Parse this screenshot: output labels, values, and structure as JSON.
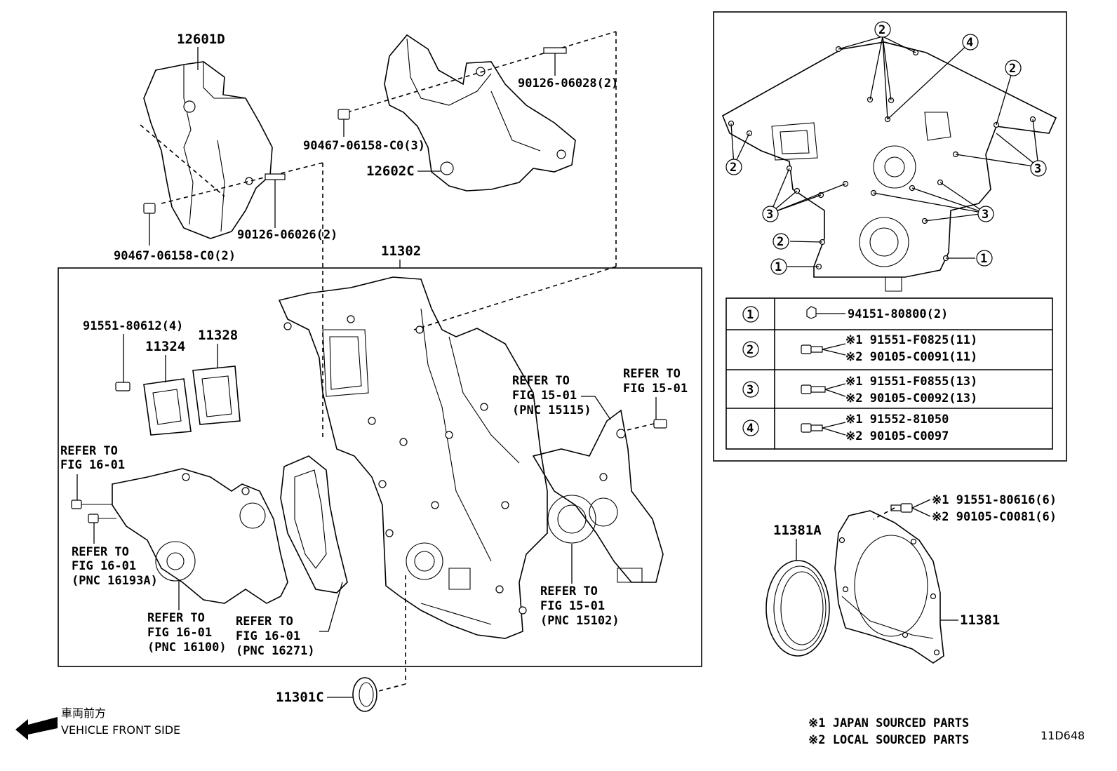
{
  "labels": {
    "p12601D": "12601D",
    "p12602C": "12602C",
    "p90126_06028": "90126-06028(2)",
    "p90467_top": "90467-06158-C0(3)",
    "p90126_06026": "90126-06026(2)",
    "p90467_left": "90467-06158-C0(2)",
    "p11302": "11302",
    "p91551_80612": "91551-80612(4)",
    "p11324": "11324",
    "p11328": "11328",
    "p11301C": "11301C",
    "p11381A": "11381A",
    "p11381": "11381",
    "bolt_seal_1": "※1 91551-80616(6)",
    "bolt_seal_2": "※2 90105-C0081(6)"
  },
  "refers": [
    {
      "l1": "REFER TO",
      "l2": "FIG 16-01",
      "l3": ""
    },
    {
      "l1": "REFER TO",
      "l2": "FIG 16-01",
      "l3": "(PNC 16193A)"
    },
    {
      "l1": "REFER TO",
      "l2": "FIG 16-01",
      "l3": "(PNC 16100)"
    },
    {
      "l1": "REFER TO",
      "l2": "FIG 16-01",
      "l3": "(PNC 16271)"
    },
    {
      "l1": "REFER TO",
      "l2": "FIG 15-01",
      "l3": "(PNC 15115)"
    },
    {
      "l1": "REFER TO",
      "l2": "FIG 15-01",
      "l3": ""
    },
    {
      "l1": "REFER TO",
      "l2": "FIG 15-01",
      "l3": "(PNC 15102)"
    }
  ],
  "inset_table": [
    {
      "num": "1",
      "line1": "94151-80800(2)",
      "line2": ""
    },
    {
      "num": "2",
      "line1": "※1 91551-F0825(11)",
      "line2": "※2 90105-C0091(11)"
    },
    {
      "num": "3",
      "line1": "※1 91551-F0855(13)",
      "line2": "※2 90105-C0092(13)"
    },
    {
      "num": "4",
      "line1": "※1 91552-81050",
      "line2": "※2 90105-C0097"
    }
  ],
  "inset_callouts": {
    "c1": "1",
    "c2": "2",
    "c3": "3",
    "c4": "4"
  },
  "footer": {
    "front_jp": "車両前方",
    "front_en": "VEHICLE FRONT SIDE",
    "note1": "※1 JAPAN SOURCED PARTS",
    "note2": "※2 LOCAL SOURCED PARTS",
    "code": "11D648"
  }
}
